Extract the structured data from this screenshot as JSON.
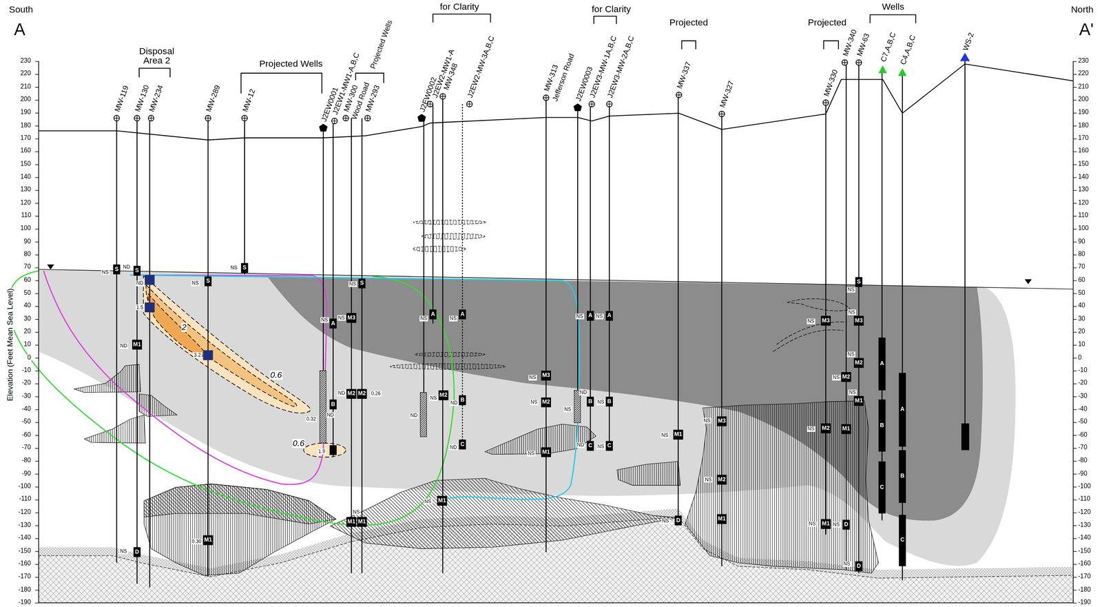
{
  "diagram": {
    "nodes": [
      {
        "text": [
          "S"
        ]
      },
      {
        "text": [
          "S"
        ]
      },
      {
        "text": [
          "M1"
        ]
      },
      {
        "text": [
          "D"
        ]
      },
      {
        "text": [
          "S"
        ]
      },
      {
        "text": [
          "M1"
        ]
      },
      {
        "text": [
          "S"
        ]
      },
      {
        "text": [
          "A"
        ]
      },
      {
        "text": [
          "B"
        ]
      },
      {
        "text": [
          "M3"
        ]
      },
      {
        "text": [
          "M2"
        ]
      },
      {
        "text": [
          "M1"
        ]
      },
      {
        "text": [
          "S"
        ]
      },
      {
        "text": [
          "M2"
        ]
      },
      {
        "text": [
          "M1"
        ]
      },
      {
        "text": [
          "A"
        ]
      },
      {
        "text": [
          "M2"
        ]
      },
      {
        "text": [
          "M1"
        ]
      },
      {
        "text": [
          "A"
        ]
      },
      {
        "text": [
          "B"
        ]
      },
      {
        "text": [
          "C"
        ]
      },
      {
        "text": [
          "M3"
        ]
      },
      {
        "text": [
          "M2"
        ]
      },
      {
        "text": [
          "M1"
        ]
      },
      {
        "text": [
          "A"
        ]
      },
      {
        "text": [
          "B"
        ]
      },
      {
        "text": [
          "C"
        ]
      },
      {
        "text": [
          "A"
        ]
      },
      {
        "text": [
          "B"
        ]
      },
      {
        "text": [
          "C"
        ]
      },
      {
        "text": [
          "M1"
        ]
      },
      {
        "text": [
          "D"
        ]
      },
      {
        "text": [
          "M3"
        ]
      },
      {
        "text": [
          "M2"
        ]
      },
      {
        "text": [
          "M1"
        ]
      },
      {
        "text": [
          "M3"
        ]
      },
      {
        "text": [
          "M2"
        ]
      },
      {
        "text": [
          "M1"
        ]
      },
      {
        "text": [
          "M2"
        ]
      },
      {
        "text": [
          "M1"
        ]
      },
      {
        "text": [
          "D"
        ]
      },
      {
        "text": [
          "S"
        ]
      },
      {
        "text": [
          "M3"
        ]
      },
      {
        "text": [
          "M2"
        ]
      },
      {
        "text": [
          "M1"
        ]
      },
      {
        "text": [
          "D"
        ]
      },
      {
        "text": [
          "A"
        ]
      },
      {
        "text": [
          "B"
        ]
      },
      {
        "text": [
          "C"
        ]
      },
      {
        "text": [
          "A"
        ]
      },
      {
        "text": [
          "B"
        ]
      },
      {
        "text": [
          "C"
        ]
      }
    ],
    "labels": [
      "South",
      "A",
      "North",
      "A'",
      "Disposal Area 2",
      "Projected Wells",
      "Projected Wells",
      "for Clarity",
      "for Clarity",
      "Projected",
      "Projected",
      "Wells",
      "MW-119",
      "MW-130",
      "MW-234",
      "MW-289",
      "MW-12",
      "J2EW0001",
      "J2EW1-MW1-A,B,C",
      "MW-300",
      "MW-293",
      "J2EW0002",
      "J2EW2-MW1-A",
      "MW-348",
      "J2EW2-MW-3A,B,C",
      "MW-313",
      "J2EW0003",
      "J2EW3-MW-1A,B,C",
      "J2EW3-MW-2A,B,C",
      "MW-337",
      "MW-327",
      "MW-330",
      "MW-340",
      "MW-63",
      "C7,A,B,C",
      "C4,A,B,C",
      "WS-2",
      "Wood Road",
      "Jefferson Road",
      "Elevation (Feet Mean Sea Level)",
      "2",
      "0.6",
      "0.6",
      "NS",
      "ND",
      "ND",
      "1.5",
      "ND",
      "NS",
      "NS",
      "3.2",
      "0.30",
      "NS",
      "NS",
      "NS",
      "ND",
      "0.32",
      "1.9",
      "ND",
      "0.26",
      "NS",
      "NS",
      "NS",
      "NS",
      "ND",
      "NS",
      "ND",
      "ND",
      "NS",
      "NS",
      "NS",
      "NS",
      "NS",
      "NS",
      "ND",
      "NS",
      "NS",
      "ND",
      "NS",
      "NS",
      "NS",
      "NS",
      "NS",
      "NS",
      "NS",
      "NS",
      "NS",
      "NS",
      "NS",
      "NS",
      "NS",
      "NS",
      "NS",
      "230",
      "220",
      "210",
      "200",
      "190",
      "180",
      "170",
      "160",
      "150",
      "140",
      "130",
      "120",
      "110",
      "100",
      "90",
      "80",
      "70",
      "60",
      "50",
      "40",
      "30",
      "20",
      "10",
      "0",
      "-10",
      "-20",
      "-30",
      "-40",
      "-50",
      "-60",
      "-70",
      "-80",
      "-90",
      "-100",
      "-110",
      "-120",
      "-130",
      "-140",
      "-150",
      "-160",
      "-170",
      "-180",
      "-190",
      "230",
      "220",
      "210",
      "200",
      "190",
      "180",
      "170",
      "160",
      "150",
      "140",
      "130",
      "120",
      "110",
      "100",
      "90",
      "80",
      "70",
      "60",
      "50",
      "40",
      "30",
      "20",
      "10",
      "0",
      "-10",
      "-20",
      "-30",
      "-40",
      "-50",
      "-60",
      "-70",
      "-80",
      "-90",
      "-100",
      "-110",
      "-120",
      "-130",
      "-140",
      "-150",
      "-160",
      "-170",
      "-180",
      "-190"
    ]
  }
}
